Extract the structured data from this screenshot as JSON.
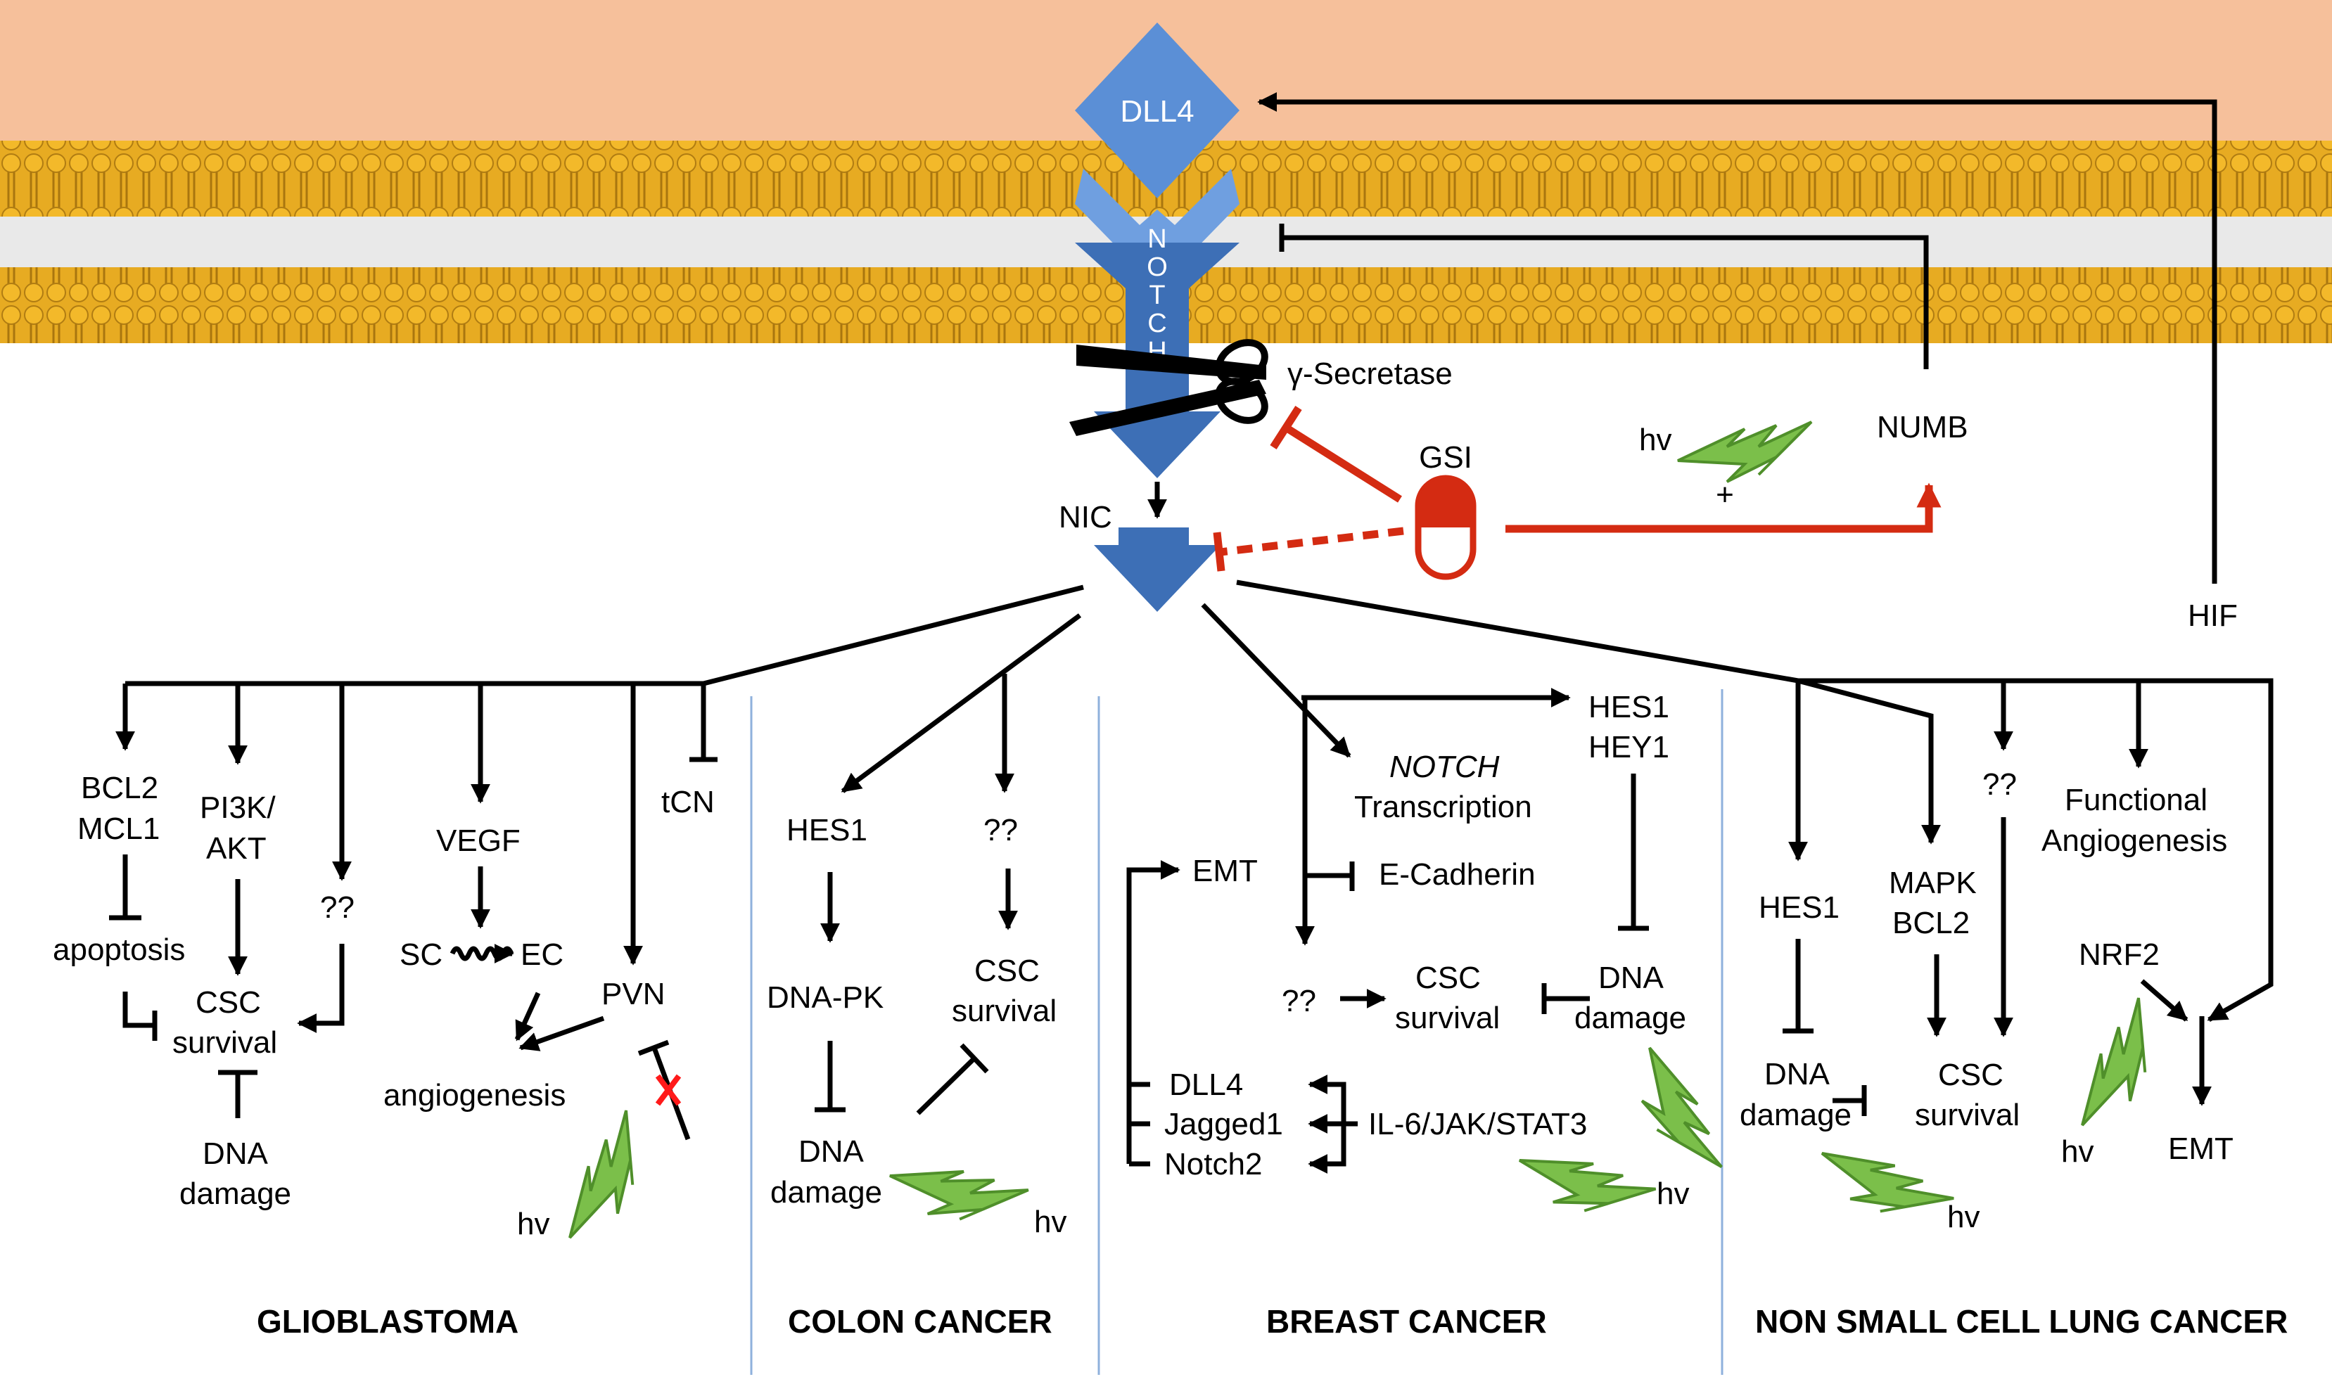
{
  "colors": {
    "extracellular": "#f6c09b",
    "membrane_head": "#f1b423",
    "membrane_tail": "#d79a1a",
    "cytoplasm_gap": "#e9e9e9",
    "receptor_light": "#5b8fd6",
    "receptor_dark": "#3d6fb6",
    "inhibitor_red": "#d42b12",
    "light_green": "#7bbf4a",
    "separator": "#8fb1dc"
  },
  "membrane": {
    "dll4": "DLL4",
    "notch_letters": [
      "N",
      "O",
      "T",
      "C",
      "H"
    ],
    "gamma_secretase": "γ-Secretase",
    "nic": "NIC",
    "gsi": "GSI",
    "plus": "+",
    "numb": "NUMB",
    "hif": "HIF",
    "hv": "hv"
  },
  "sections": {
    "glioblastoma": {
      "title": "GLIOBLASTOMA",
      "bcl2": "BCL2",
      "mcl1": "MCL1",
      "apoptosis": "apoptosis",
      "pi3k": "PI3K/",
      "akt": "AKT",
      "unknown": "??",
      "csc": "CSC",
      "survival": "survival",
      "dna": "DNA",
      "damage": "damage",
      "vegf": "VEGF",
      "sc": "SC",
      "ec": "EC",
      "angiogenesis": "angiogenesis",
      "pvn": "PVN",
      "tcn": "tCN",
      "hv": "hv"
    },
    "colon": {
      "title": "COLON CANCER",
      "hes1": "HES1",
      "unknown": "??",
      "dnapk": "DNA-PK",
      "csc": "CSC",
      "survival": "survival",
      "dna": "DNA",
      "damage": "damage",
      "hv": "hv"
    },
    "breast": {
      "title": "BREAST CANCER",
      "hes1": "HES1",
      "hey1": "HEY1",
      "notch_italic": "NOTCH",
      "transcription": "Transcription",
      "emt": "EMT",
      "ecadherin": "E-Cadherin",
      "unknown": "??",
      "csc": "CSC",
      "survival": "survival",
      "dna": "DNA",
      "damage": "damage",
      "dll4": "DLL4",
      "jagged1": "Jagged1",
      "notch2": "Notch2",
      "il6": "IL-6/JAK/STAT3",
      "hv": "hv"
    },
    "nsclc": {
      "title": "NON SMALL CELL LUNG CANCER",
      "hes1": "HES1",
      "mapk": "MAPK",
      "bcl2": "BCL2",
      "unknown": "??",
      "functional": "Functional",
      "angiogenesis": "Angiogenesis",
      "nrf2": "NRF2",
      "dna": "DNA",
      "damage": "damage",
      "csc": "CSC",
      "survival": "survival",
      "emt": "EMT",
      "hv": "hv"
    }
  }
}
